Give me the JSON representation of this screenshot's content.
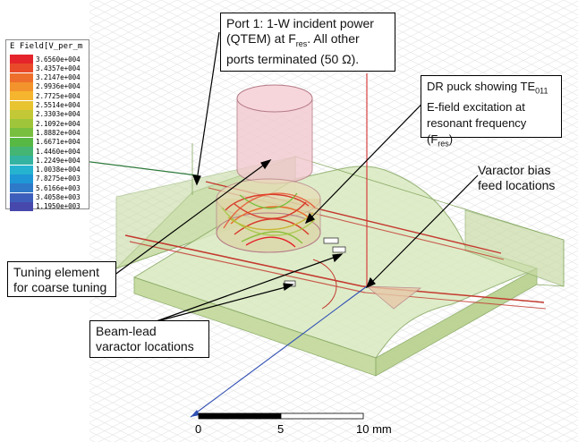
{
  "legend": {
    "title": "E Field[V_per_m",
    "entries": [
      {
        "value": "3.6560e+004",
        "color": "#e5232a"
      },
      {
        "value": "3.4357e+004",
        "color": "#e94b2a"
      },
      {
        "value": "3.2147e+004",
        "color": "#ee6f2b"
      },
      {
        "value": "2.9936e+004",
        "color": "#f3932c"
      },
      {
        "value": "2.7725e+004",
        "color": "#f6b52e"
      },
      {
        "value": "2.5514e+004",
        "color": "#e8c431"
      },
      {
        "value": "2.3303e+004",
        "color": "#c3c836"
      },
      {
        "value": "2.1092e+004",
        "color": "#9fc63b"
      },
      {
        "value": "1.8882e+004",
        "color": "#79bf3f"
      },
      {
        "value": "1.6671e+004",
        "color": "#58b844"
      },
      {
        "value": "1.4460e+004",
        "color": "#45b573"
      },
      {
        "value": "1.2249e+004",
        "color": "#33b3a0"
      },
      {
        "value": "1.0038e+004",
        "color": "#26b3cf"
      },
      {
        "value": "7.8275e+003",
        "color": "#1f97d6"
      },
      {
        "value": "5.6166e+003",
        "color": "#2f7ac8"
      },
      {
        "value": "3.4058e+003",
        "color": "#3d5fbb"
      },
      {
        "value": "1.1950e+003",
        "color": "#4748ab"
      }
    ]
  },
  "callouts": {
    "port": {
      "line1": "Port 1: 1-W incident power",
      "line2a": "(QTEM) at F",
      "line2_sub": "res",
      "line2b": ". All other",
      "line3": "ports terminated (50 Ω)."
    },
    "dr": {
      "line1a": "DR puck showing TE",
      "line1_sub": "011",
      "line2": "E-field excitation at",
      "line3a": "resonant frequency (F",
      "line3_sub": "res",
      "line3b": ")"
    },
    "varactor_bias": {
      "line1": "Varactor bias",
      "line2": "feed locations"
    },
    "tuning": {
      "line1": "Tuning element",
      "line2": "for coarse tuning"
    },
    "beam_lead": {
      "line1": "Beam-lead",
      "line2": "varactor locations"
    }
  },
  "scale": {
    "ticks": [
      "0",
      "5",
      "10 mm"
    ]
  }
}
